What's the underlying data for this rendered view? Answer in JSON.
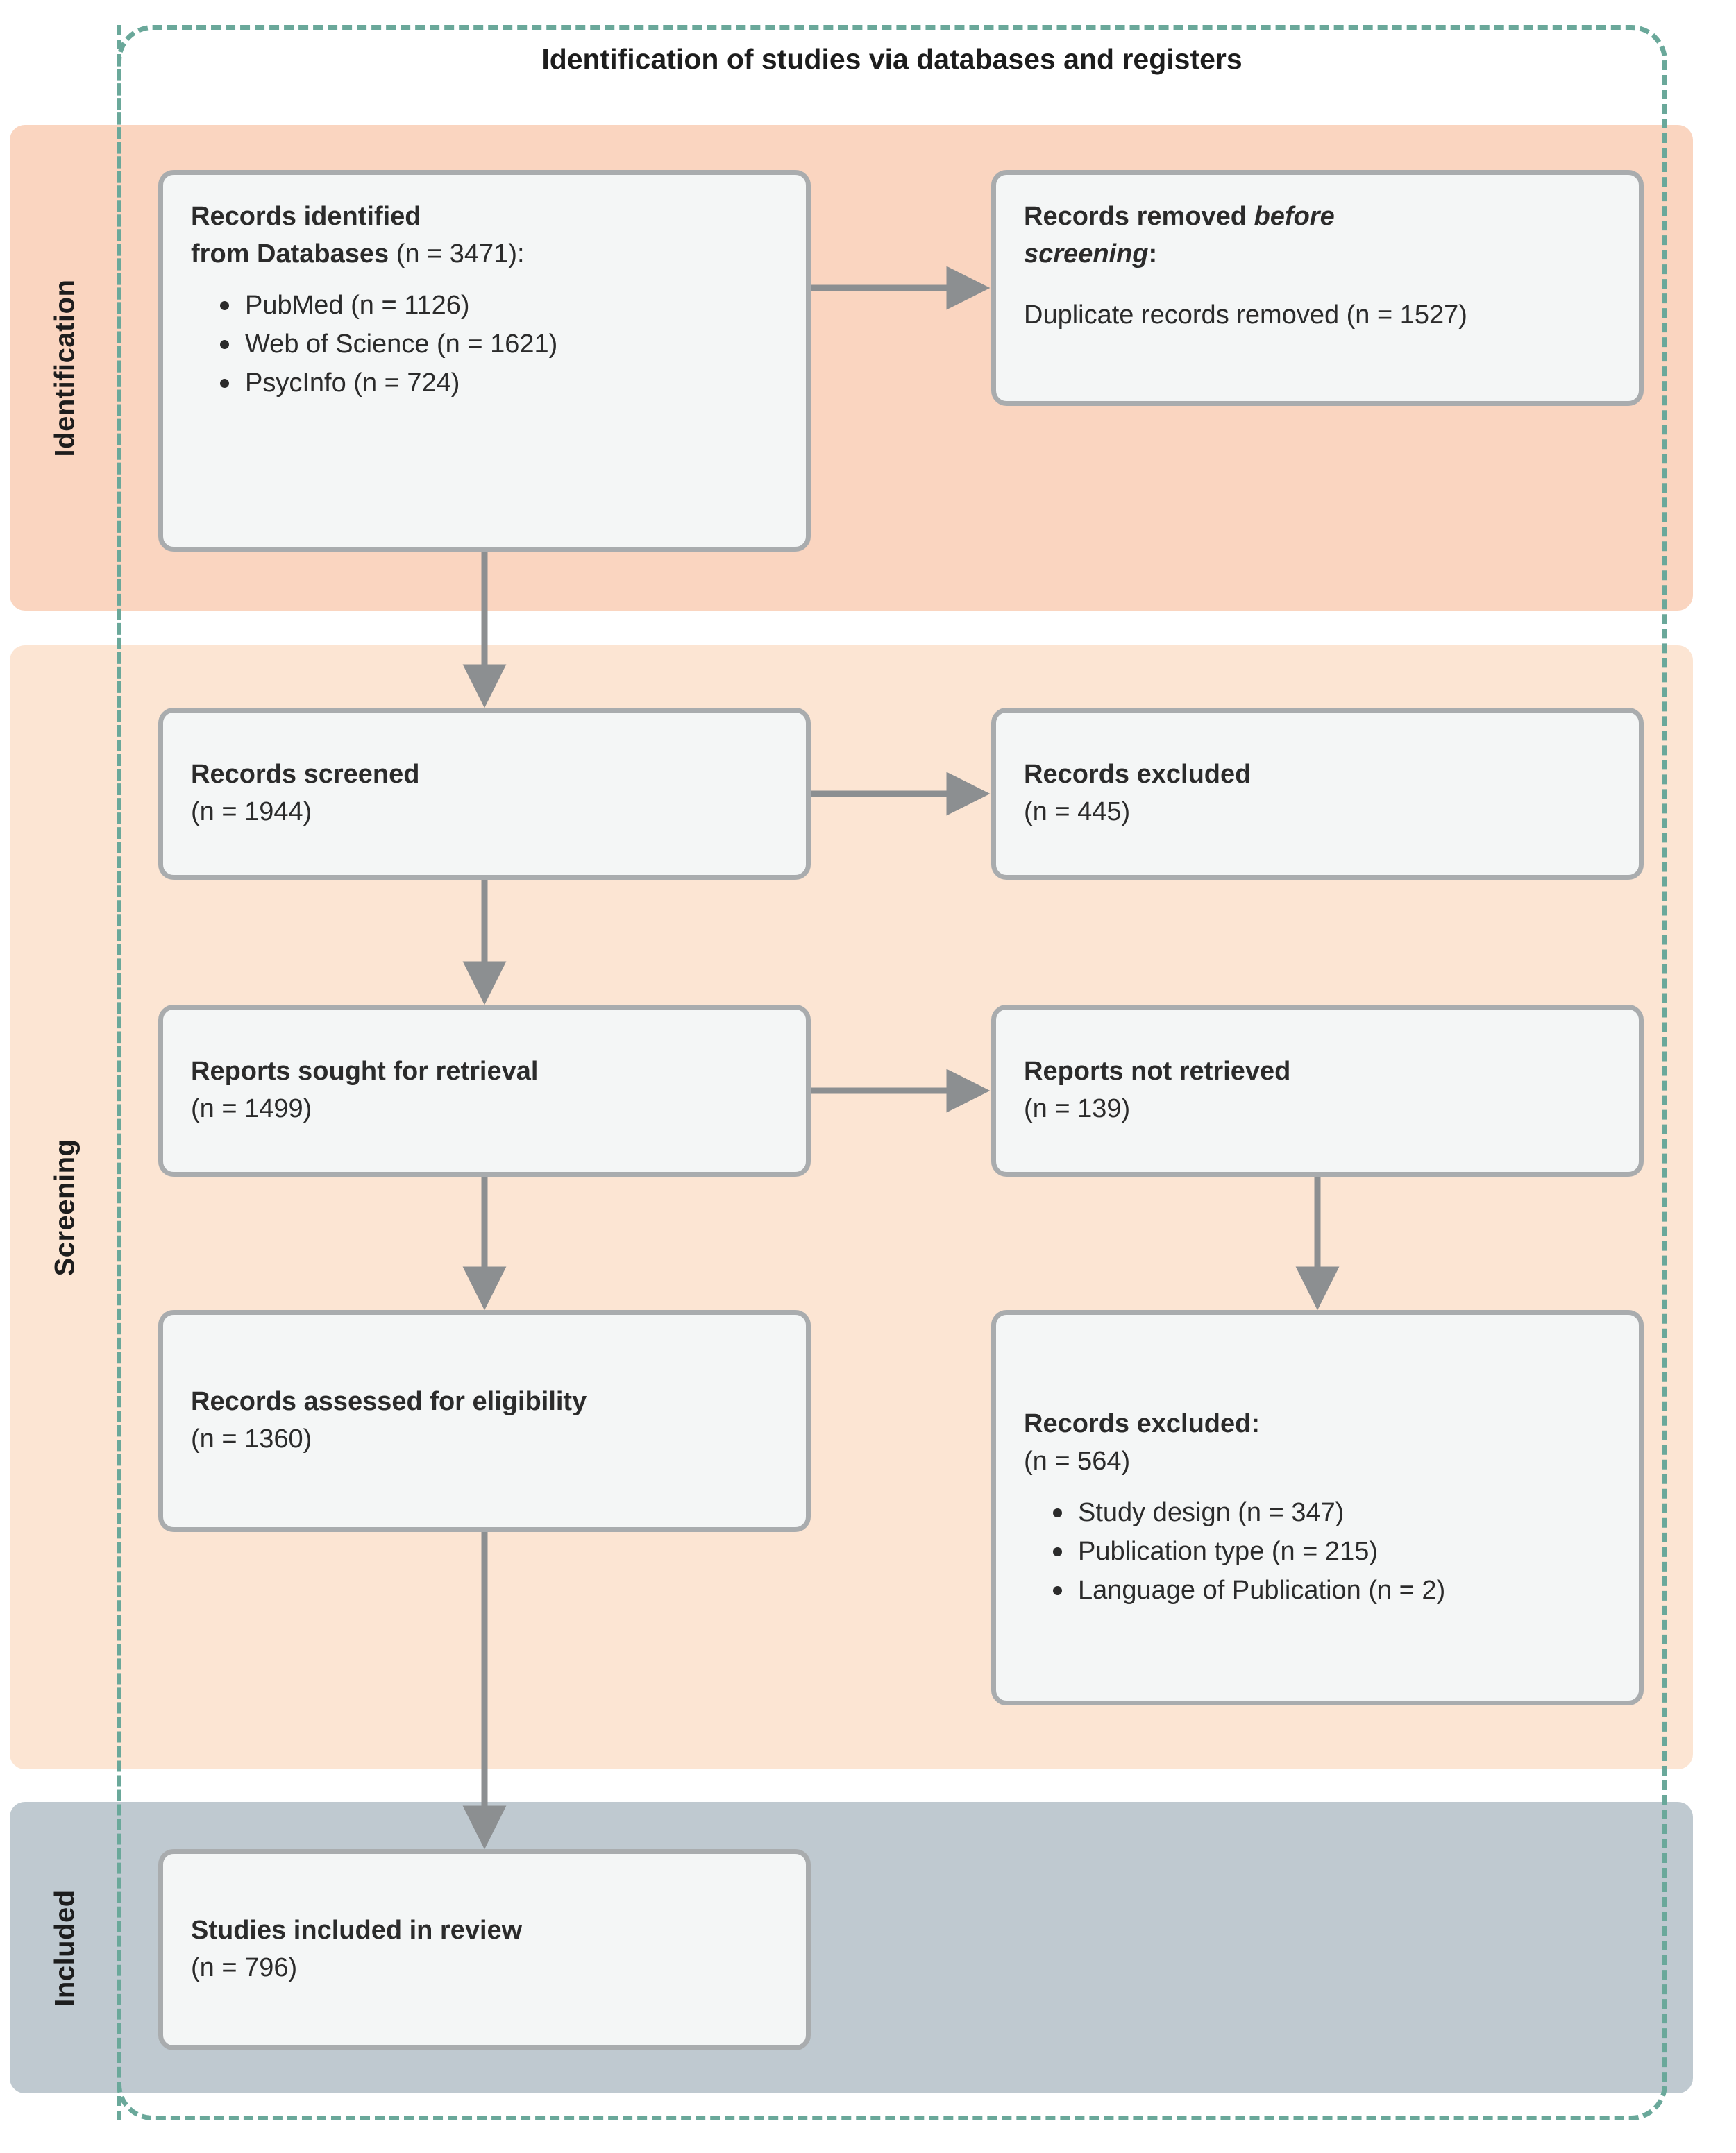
{
  "diagram": {
    "title": "Identification of studies via databases and registers",
    "type": "prisma-flow-diagram"
  },
  "colors": {
    "band_identification": "#fad5c0",
    "band_screening": "#fce5d3",
    "band_included": "#bfc9d0",
    "frame_dashed": "#6aa89a",
    "node_border": "#a9acae",
    "node_fill": "#f4f6f6",
    "arrow": "#8c8f91",
    "text": "#2b2b2b"
  },
  "stages": {
    "identification": {
      "label": "Identification"
    },
    "screening": {
      "label": "Screening"
    },
    "included": {
      "label": "Included"
    }
  },
  "nodes": {
    "records_identified": {
      "heading_line1": "Records identified",
      "heading_line2_bold": "from Databases",
      "heading_line2_rest": " (n = 3471):",
      "count": 3471,
      "sources": [
        {
          "name": "PubMed",
          "label": "PubMed (n = 1126)",
          "n": 1126
        },
        {
          "name": "Web of Science",
          "label": "Web of Science (n = 1621)",
          "n": 1621
        },
        {
          "name": "PsycInfo",
          "label": "PsycInfo (n = 724)",
          "n": 724
        }
      ]
    },
    "records_removed": {
      "heading_line1_bold": "Records removed ",
      "heading_line1_italic": "before",
      "heading_line2_italic": "screening",
      "heading_line2_rest": ":",
      "detail": "Duplicate records removed (n = 1527)",
      "n": 1527
    },
    "records_screened": {
      "heading": "Records screened",
      "count_label": "(n = 1944)",
      "n": 1944
    },
    "records_excluded_screening": {
      "heading": "Records excluded",
      "count_label": "(n = 445)",
      "n": 445
    },
    "reports_sought": {
      "heading": "Reports sought for retrieval",
      "count_label": "(n = 1499)",
      "n": 1499
    },
    "reports_not_retrieved": {
      "heading": "Reports not retrieved",
      "count_label": "(n = 139)",
      "n": 139
    },
    "records_assessed": {
      "heading": "Records assessed for eligibility",
      "count_label": "(n = 1360)",
      "n": 1360
    },
    "records_excluded_eligibility": {
      "heading": "Records excluded:",
      "count_label": "(n = 564)",
      "n": 564,
      "reasons": [
        {
          "reason": "Study design",
          "label": "Study design (n = 347)",
          "n": 347
        },
        {
          "reason": "Publication type",
          "label": "Publication type (n = 215)",
          "n": 215
        },
        {
          "reason": "Language of Publication",
          "label": "Language of Publication (n = 2)",
          "n": 2
        }
      ]
    },
    "studies_included": {
      "heading": "Studies included in review",
      "count_label": "(n = 796)",
      "n": 796
    }
  }
}
